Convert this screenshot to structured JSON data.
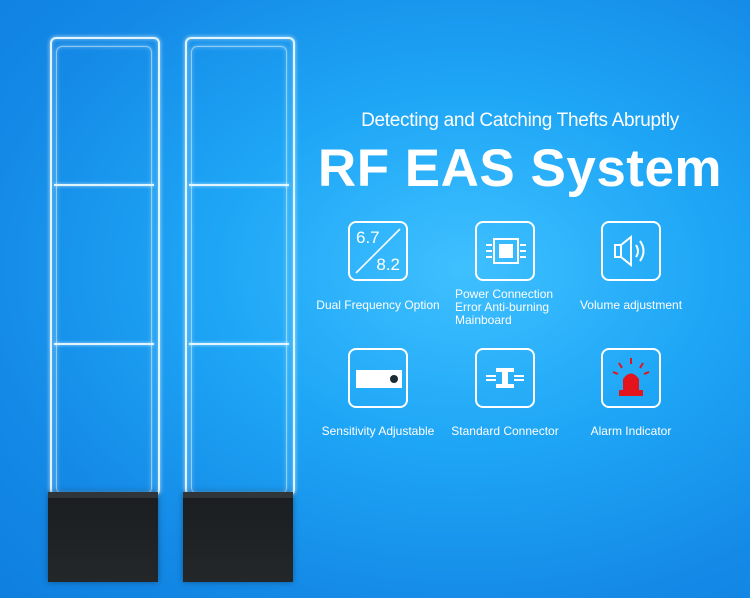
{
  "header": {
    "subtitle": "Detecting and Catching Thefts Abruptly",
    "title": "RF EAS System"
  },
  "features": [
    {
      "label": "Dual Frequency Option",
      "icon": "dual-frequency-icon",
      "icon_text_top": "6.7",
      "icon_text_bottom": "8.2"
    },
    {
      "label": "Power Connection Error Anti-burning Mainboard",
      "icon": "chip-icon"
    },
    {
      "label": "Volume adjustment",
      "icon": "speaker-icon"
    },
    {
      "label": "Sensitivity Adjustable",
      "icon": "sensitivity-slider-icon"
    },
    {
      "label": "Standard Connector",
      "icon": "connector-icon"
    },
    {
      "label": "Alarm Indicator",
      "icon": "alarm-light-icon"
    }
  ],
  "colors": {
    "background": "#1ea6f6",
    "alarm_red": "#e3141b",
    "base": "#1f2326"
  }
}
